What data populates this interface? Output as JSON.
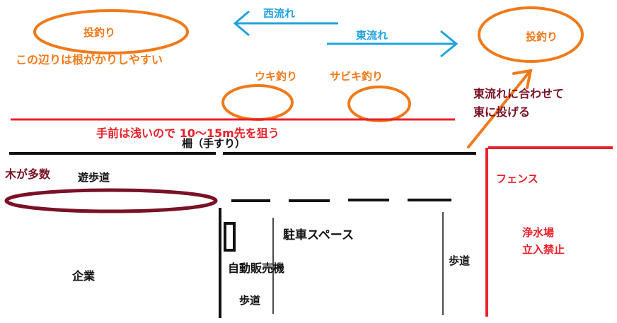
{
  "labels": {
    "cast_left": "投釣り",
    "cast_right": "投釣り",
    "snag_note": "この辺りは根がかりしやすい",
    "west_current": "西流れ",
    "east_current": "東流れ",
    "float_fishing": "ウキ釣り",
    "sabiki_fishing": "サビキ釣り",
    "east_tip_line1": "東流れに合わせて",
    "east_tip_line2": "東に投げる",
    "shallow_note": "手前は浅いので 10～15m先を狙う",
    "railing": "柵（手すり）",
    "many_trees": "木が多数",
    "promenade": "遊歩道",
    "fence": "フェンス",
    "parking": "駐車スペース",
    "vending_machine": "自動販売機",
    "company": "企業",
    "sidewalk_center": "歩道",
    "sidewalk_right": "歩道",
    "water_plant_line1": "浄水場",
    "water_plant_line2": "立入禁止"
  },
  "colors": {
    "orange": "#f07a1a",
    "blue": "#1fa3e0",
    "red": "#e8202a",
    "maroon": "#7a1126",
    "black": "#111111"
  }
}
